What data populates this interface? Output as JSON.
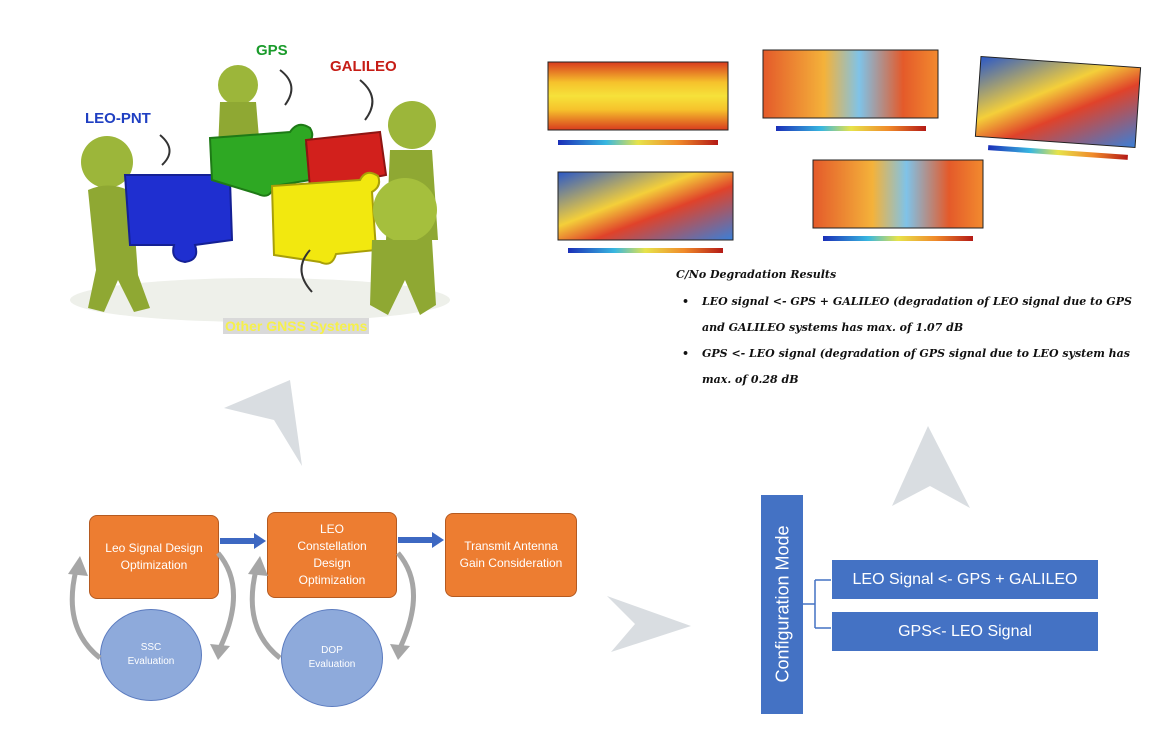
{
  "labels": {
    "leo_pnt": "LEO-PNT",
    "gps": "GPS",
    "galileo": "GALILEO",
    "other_gnss": "Other GNSS Systems"
  },
  "results": {
    "title": "C/No Degradation Results",
    "items": [
      "LEO signal <- GPS + GALILEO (degradation of LEO signal due to GPS and GALILEO systems has max. of 1.07 dB",
      "GPS <- LEO signal (degradation of GPS signal due to LEO system has max. of 0.28 dB"
    ]
  },
  "flow": {
    "box1": "Leo Signal Design Optimization",
    "box2": "LEO Constellation Design Optimization",
    "box3": "Transmit Antenna Gain Consideration",
    "circle1": "SSC Evaluation",
    "circle2": "DOP Evaluation"
  },
  "config": {
    "mode_label": "Configuration Mode",
    "options": [
      "LEO Signal <- GPS + GALILEO",
      "GPS<- LEO Signal"
    ]
  },
  "colors": {
    "orange": "#ed7d31",
    "circle_blue": "#8eaadb",
    "config_blue": "#4472c4",
    "arrow_gray": "#d9dde1",
    "puzzle_blue": "#1f2fd0",
    "puzzle_green": "#2ea823",
    "puzzle_red": "#d2201c",
    "puzzle_yellow": "#f2e80f",
    "figure_green": "#9cb63a"
  }
}
